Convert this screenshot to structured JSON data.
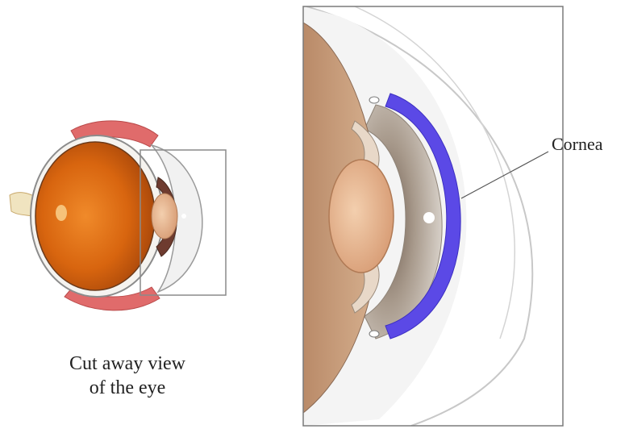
{
  "caption": {
    "line1": "Cut away view",
    "line2": "of the eye"
  },
  "cornea_label": "Cornea",
  "colors": {
    "cornea_highlight": "#5b49e6",
    "retina": "#d8650f",
    "muscle": "#d9534f",
    "lens": "#e6b490",
    "frame": "#7a7a7a"
  }
}
